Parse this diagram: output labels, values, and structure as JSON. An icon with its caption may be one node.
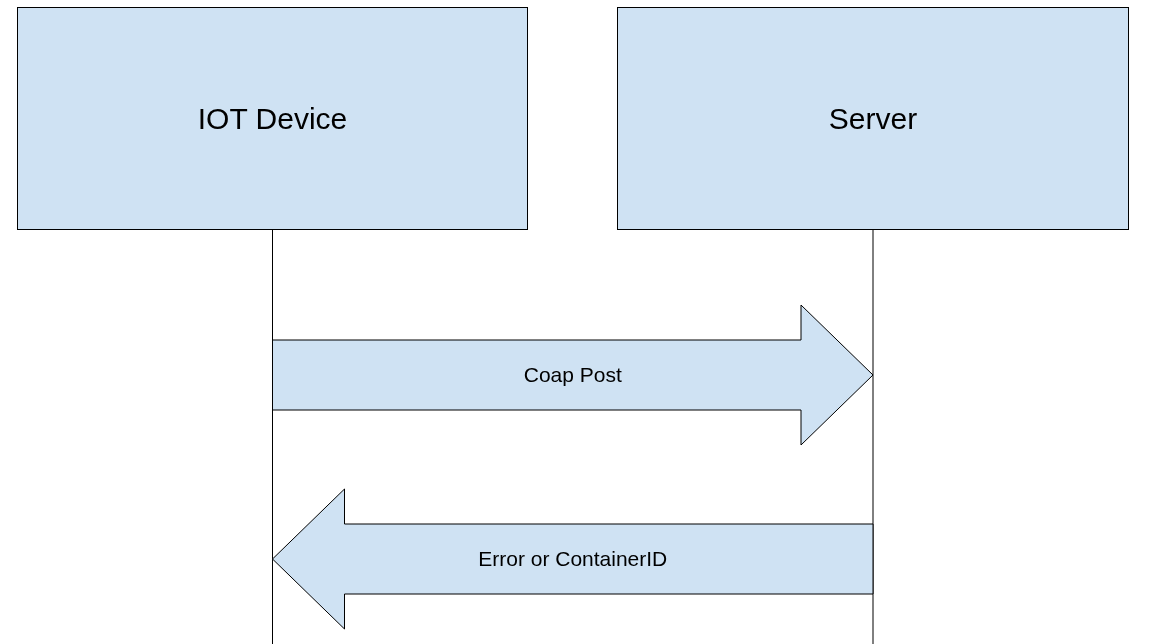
{
  "diagram": {
    "nodes": [
      {
        "text": [
          "IOT Device"
        ]
      },
      {
        "text": [
          "Server"
        ]
      }
    ],
    "edges": [
      {
        "from": 0,
        "to": 1,
        "arrow": "to",
        "label": "Coap Post"
      },
      {
        "from": 1,
        "to": 0,
        "arrow": "to",
        "label": "Error or ContainerID"
      }
    ]
  }
}
